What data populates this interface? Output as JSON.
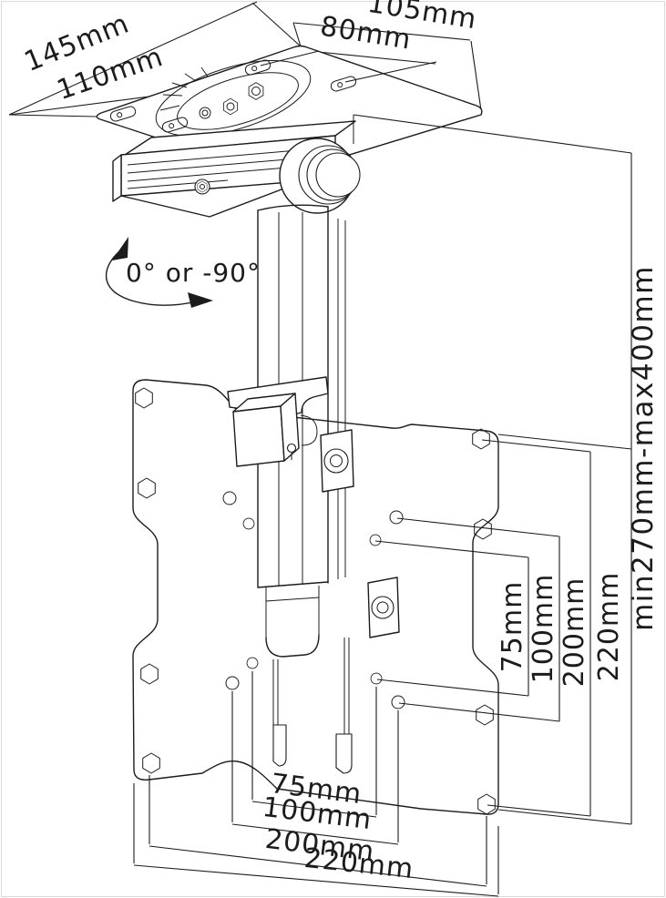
{
  "diagram_title": "ceiling-tv-mount-dimension-drawing",
  "colors": {
    "line": "#1c1c1c",
    "background": "#ffffff",
    "frame": "#d9d9d9"
  },
  "ceiling_plate": {
    "outer_width": "105mm",
    "hole_spacing_width": "80mm",
    "outer_length": "145mm",
    "hole_spacing_length": "110mm"
  },
  "rotation_label": "0° or -90°",
  "drop_range_label": "min270mm-max400mm",
  "vesa_vertical_dims": [
    "75mm",
    "100mm",
    "200mm",
    "220mm"
  ],
  "vesa_horizontal_dims": [
    "75mm",
    "100mm",
    "200mm",
    "220mm"
  ]
}
